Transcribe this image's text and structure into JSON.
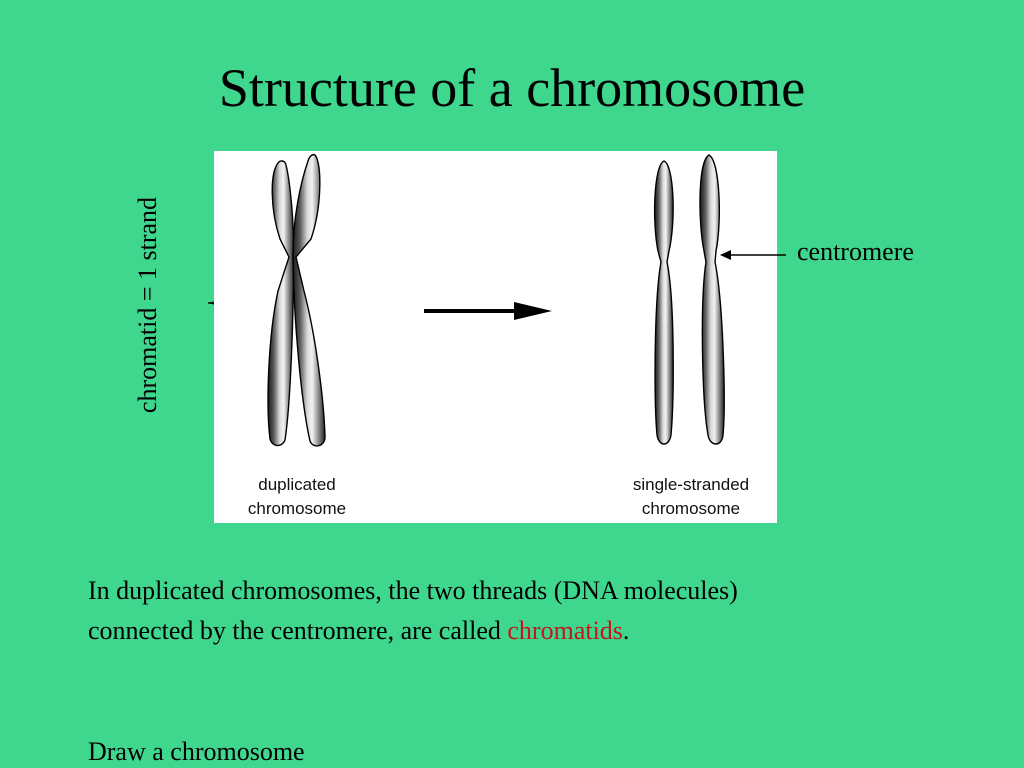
{
  "slide": {
    "title": "Structure of a chromosome",
    "side_label": "chromatid = 1 strand",
    "pointer_label": "centromere",
    "figure": {
      "left_caption_line1": "duplicated",
      "left_caption_line2": "chromosome",
      "right_caption_line1": "single-stranded",
      "right_caption_line2": "chromosome"
    },
    "body": {
      "line1": "In duplicated chromosomes, the two threads (DNA molecules)",
      "line2_prefix": "connected by the centromere, are called ",
      "highlight": "chromatids",
      "line2_suffix": "."
    },
    "prompt": "Draw a chromosome"
  },
  "colors": {
    "background": "#3fd68e",
    "highlight": "#c0181c",
    "panel": "#ffffff"
  },
  "icons": {
    "transition": "right-arrow-icon",
    "pointer": "left-arrow-icon"
  }
}
